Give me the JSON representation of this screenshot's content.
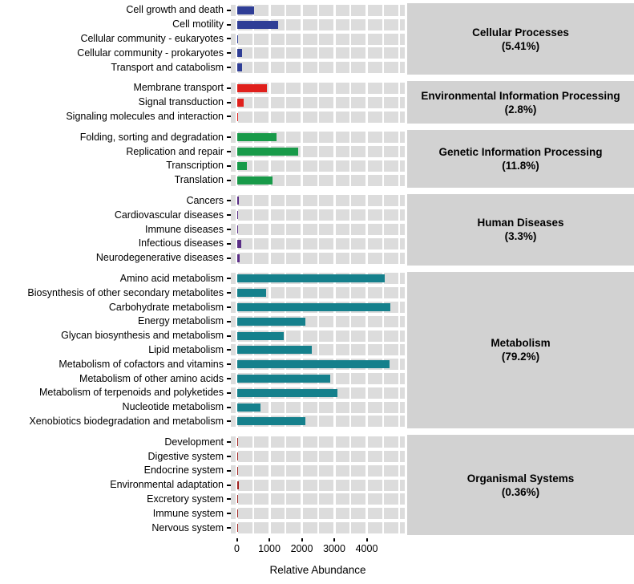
{
  "chart_data": {
    "type": "bar",
    "orientation": "horizontal",
    "title": "",
    "xlabel": "Relative Abundance",
    "ylabel": "",
    "xlim": [
      0,
      5200
    ],
    "x_ticks": [
      0,
      1000,
      2000,
      3000,
      4000
    ],
    "x_tick_labels": [
      "0",
      "1000",
      "2000",
      "3000",
      "4000"
    ],
    "minor_grid_step": 500,
    "grid": "on",
    "legend": "none",
    "facet_strip_position": "right",
    "panels": [
      {
        "name": "Cellular Processes",
        "percent": "(5.41%)",
        "color": "#2f3e96",
        "categories": [
          "Cell growth and death",
          "Cell motility",
          "Cellular community - eukaryotes",
          "Cellular community - prokaryotes",
          "Transport and catabolism"
        ],
        "values": [
          520,
          1270,
          15,
          150,
          150
        ]
      },
      {
        "name": "Environmental Information Processing",
        "percent": "(2.8%)",
        "color": "#e0201c",
        "categories": [
          "Membrane transport",
          "Signal transduction",
          "Signaling molecules and interaction"
        ],
        "values": [
          930,
          215,
          15
        ]
      },
      {
        "name": "Genetic Information Processing",
        "percent": "(11.8%)",
        "color": "#189a49",
        "categories": [
          "Folding, sorting and degradation",
          "Replication and repair",
          "Transcription",
          "Translation"
        ],
        "values": [
          1210,
          1900,
          300,
          1110
        ]
      },
      {
        "name": "Human Diseases",
        "percent": "(3.3%)",
        "color": "#5a2d86",
        "categories": [
          "Cancers",
          "Cardiovascular diseases",
          "Immune diseases",
          "Infectious diseases",
          "Neurodegenerative diseases"
        ],
        "values": [
          50,
          45,
          25,
          145,
          85
        ]
      },
      {
        "name": "Metabolism",
        "percent": "(79.2%)",
        "color": "#15808c",
        "categories": [
          "Amino acid metabolism",
          "Biosynthesis of other secondary metabolites",
          "Carbohydrate metabolism",
          "Energy metabolism",
          "Glycan biosynthesis and metabolism",
          "Lipid metabolism",
          "Metabolism of cofactors and vitamins",
          "Metabolism of other amino acids",
          "Metabolism of terpenoids and polyketides",
          "Nucleotide metabolism",
          "Xenobiotics biodegradation and metabolism"
        ],
        "values": [
          4550,
          900,
          4720,
          2100,
          1450,
          2300,
          4700,
          2880,
          3100,
          730,
          2120
        ]
      },
      {
        "name": "Organismal Systems",
        "percent": "(0.36%)",
        "color": "#a02320",
        "categories": [
          "Development",
          "Digestive system",
          "Endocrine system",
          "Environmental adaptation",
          "Excretory system",
          "Immune system",
          "Nervous system"
        ],
        "values": [
          5,
          15,
          40,
          70,
          5,
          5,
          5
        ]
      }
    ]
  }
}
